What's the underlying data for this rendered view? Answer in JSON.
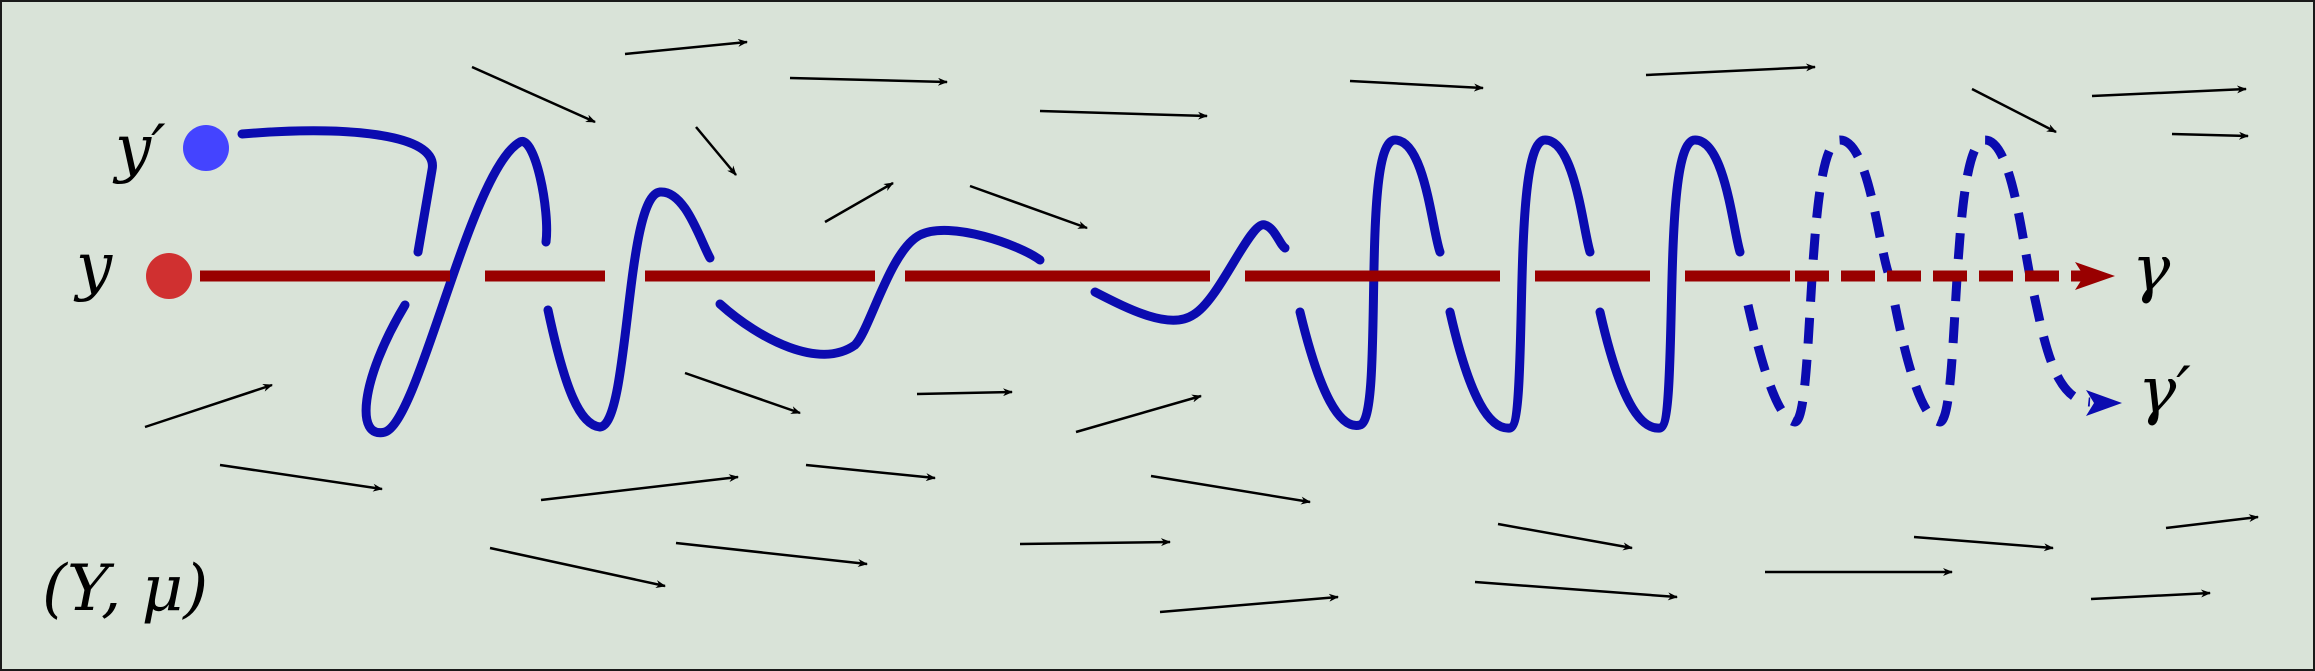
{
  "colors": {
    "background": "#d9e3d8",
    "frame": "#1a1a1a",
    "red_curve": "#990000",
    "blue_curve": "#0b0bb0",
    "point_y": "#d03030",
    "point_y_prime": "#4444ff",
    "arrow": "#000000"
  },
  "labels": {
    "y_prime": "y′",
    "y": "y",
    "gamma": "γ",
    "gamma_prime": "γ′",
    "space": "(Y, μ)"
  }
}
